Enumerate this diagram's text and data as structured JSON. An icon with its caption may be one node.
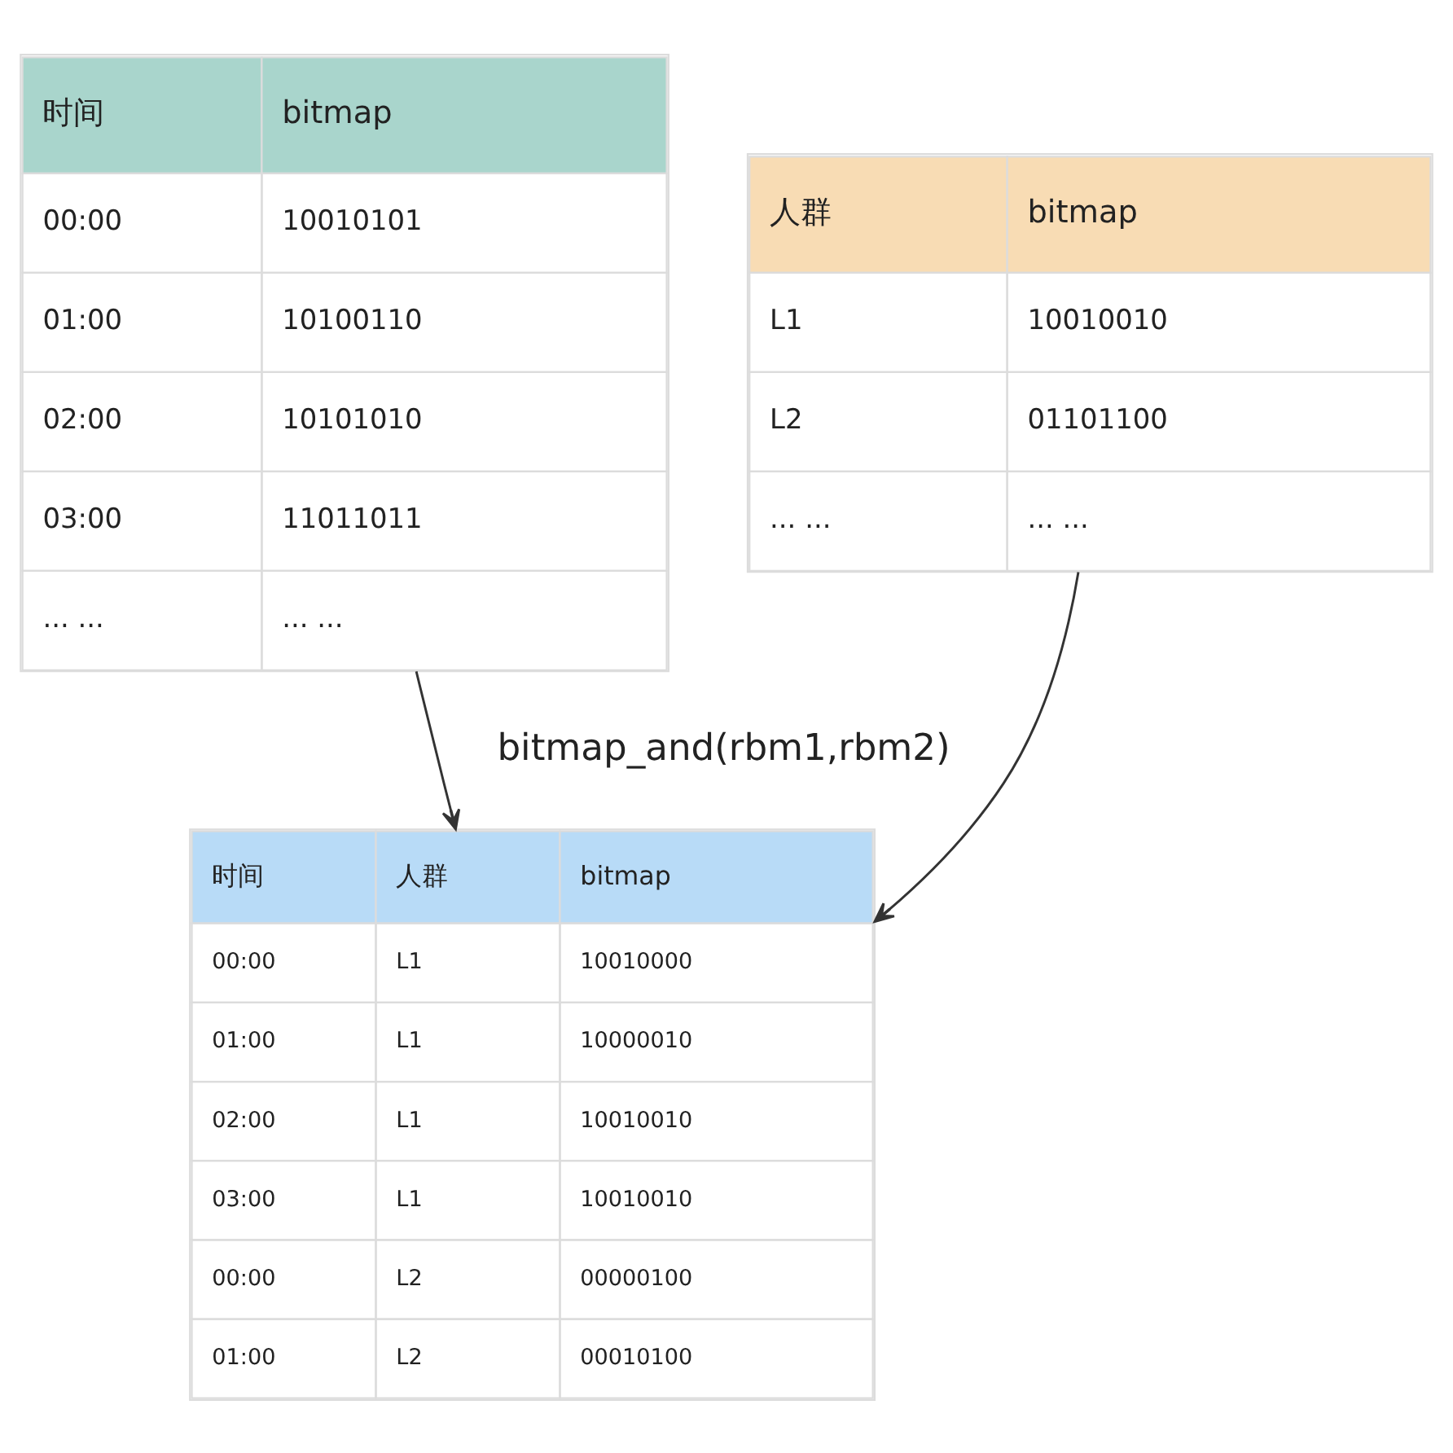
{
  "diagram": {
    "nodes": [
      {
        "text": [
          "时间",
          "bitmap",
          "00:00",
          "10010101",
          "01:00",
          "10100110",
          "02:00",
          "10101010",
          "03:00",
          "11011011",
          "... ...",
          "... ..."
        ]
      },
      {
        "text": [
          "人群",
          "bitmap",
          "L1",
          "10010010",
          "L2",
          "01101100",
          "... ...",
          "... ..."
        ]
      },
      {
        "text": [
          "时间",
          "人群",
          "bitmap",
          "00:00",
          "L1",
          "10010000",
          "01:00",
          "L1",
          "10000010",
          "02:00",
          "L1",
          "10010010",
          "03:00",
          "L1",
          "10010010",
          "00:00",
          "L2",
          "00000100",
          "01:00",
          "L2",
          "00010100"
        ]
      }
    ],
    "edges": [
      {
        "from": 0,
        "to": 2,
        "arrow": "to"
      },
      {
        "from": 1,
        "to": 2,
        "arrow": "to"
      }
    ],
    "labels": [
      "bitmap_and(rbm1,rbm2)"
    ]
  }
}
